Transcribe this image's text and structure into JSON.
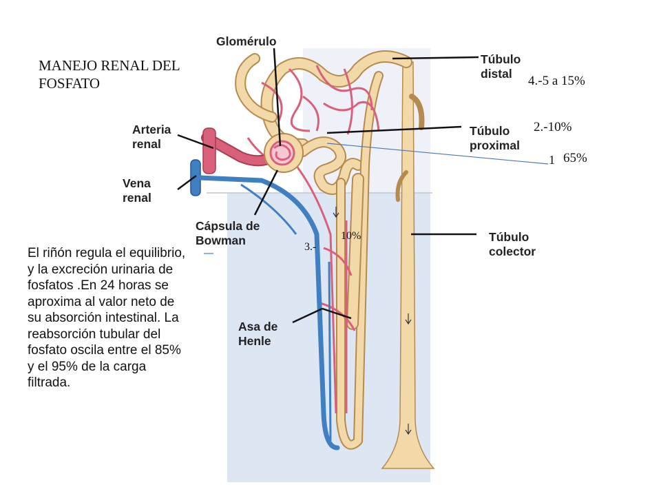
{
  "title": "MANEJO RENAL DEL FOSFATO",
  "body_text": "El riñón regula el equilibrio, y la excreción urinaria de fosfatos .En 24 horas se aproxima al valor neto de su absorción intestinal. La reabsorción tubular del fosfato oscila entre el 85% y el 95% de la carga filtrada.",
  "labels": {
    "glomerulo": "Glomérulo",
    "tubulo_distal": "Túbulo distal",
    "arteria_renal": "Arteria renal",
    "tubulo_proximal": "Túbulo proximal",
    "vena_renal": "Vena renal",
    "capsula_bowman": "Cápsula de Bowman",
    "tubulo_colector": "Túbulo colector",
    "asa_henle": "Asa de Henle"
  },
  "percentages": {
    "p4": "4.-5 a 15%",
    "p2": "2.-10%",
    "p1_num": "1",
    "p1_val": "65%",
    "p3_num": "3.-",
    "p3_val": "10%"
  },
  "colors": {
    "tubule": "#f3d9a8",
    "tubule_stroke": "#b58a4e",
    "artery": "#d9607a",
    "vein": "#3f7fc2",
    "background_panel": "#dde6f3"
  }
}
